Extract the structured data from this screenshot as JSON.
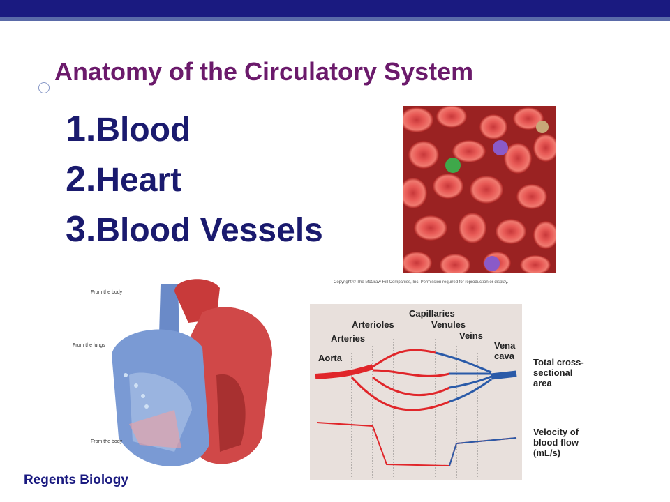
{
  "slide": {
    "title": "Anatomy of the Circulatory System",
    "items": [
      {
        "number": "1.",
        "label": "Blood"
      },
      {
        "number": "2.",
        "label": "Heart"
      },
      {
        "number": "3.",
        "label": "Blood Vessels"
      }
    ],
    "footer": "Regents Biology"
  },
  "heart_diagram": {
    "labels": [
      "From the body",
      "From the lungs",
      "From the body"
    ]
  },
  "vessel_diagram": {
    "copyright": "Copyright © The McGraw-Hill Companies, Inc. Permission required for reproduction or display.",
    "vessels": {
      "capillaries": "Capillaries",
      "arterioles": "Arterioles",
      "venules": "Venules",
      "arteries": "Arteries",
      "veins": "Veins",
      "aorta": "Aorta",
      "vena_cava": "Vena cava"
    },
    "side_labels": {
      "area": "Total cross-sectional area",
      "velocity": "Velocity of blood flow (mL/s)"
    }
  },
  "colors": {
    "top_bar": "#1a1a80",
    "title": "#6b1a6b",
    "list_text": "#1a1a6e",
    "artery": "#e0262a",
    "vein": "#2a5aa8"
  }
}
